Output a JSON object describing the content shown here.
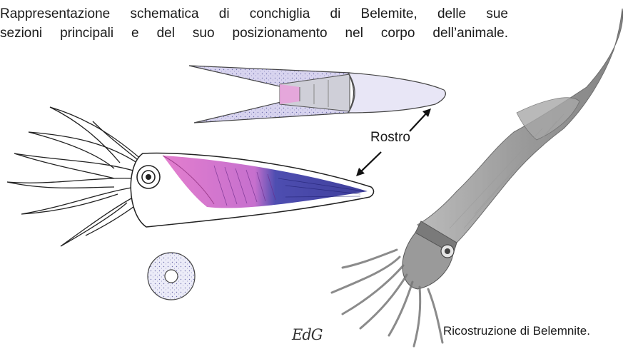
{
  "caption": {
    "line1": "Rappresentazione schematica di conchiglia di Belemite, delle sue",
    "line2": "sezioni principali e del suo posizionamento nel corpo dell’animale."
  },
  "labels": {
    "rostro": "Rostro",
    "reconstruction": "Ricostruzione di Belemnite.",
    "signature": "EdG"
  },
  "colors": {
    "outline": "#2b2b2b",
    "pink": "#e070c8",
    "blue": "#3a3aa8",
    "lavender": "#c9c4ea",
    "graphite": "#8a8a8a"
  }
}
